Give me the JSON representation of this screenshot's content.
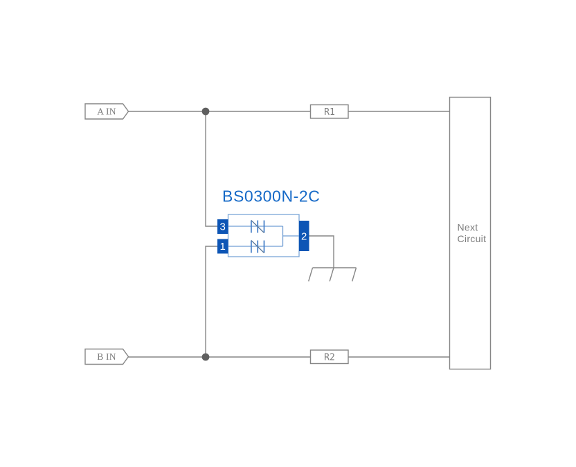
{
  "colors": {
    "background": "#ffffff",
    "gray_line": "#868686",
    "dot_gray": "#5f5f5f",
    "text_gray": "#7d7d7d",
    "pin_blue": "#0d55b5",
    "title_blue": "#1569c7",
    "body_blue": "#7ba6d7",
    "wire_blue": "#6f9dd3",
    "bar_blue": "#4d84ca",
    "diag_blue": "#5c7a9c"
  },
  "diagram": {
    "inputs": {
      "a": "A IN",
      "b": "B IN"
    },
    "resistors": {
      "r1": "R1",
      "r2": "R2"
    },
    "component": {
      "title": "BS0300N-2C",
      "pin_top_left": "3",
      "pin_bottom_left": "1",
      "pin_right": "2"
    },
    "next_circuit": {
      "line1": "Next",
      "line2": "Circuit"
    }
  }
}
